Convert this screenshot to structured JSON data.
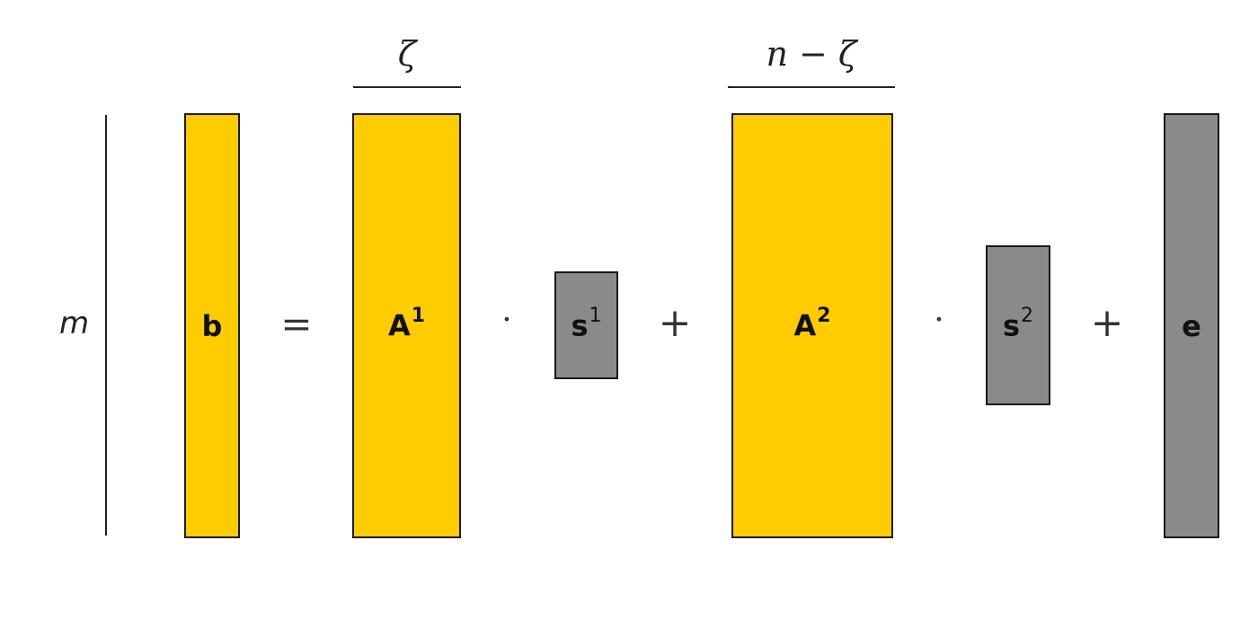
{
  "dimensions": {
    "rows": "m",
    "cols_A1": "ζ",
    "cols_A2": "n − ζ"
  },
  "blocks": {
    "b": {
      "label": "b",
      "sup": ""
    },
    "A1": {
      "label": "A",
      "sup": "1"
    },
    "s1": {
      "label": "s",
      "sup": "1"
    },
    "A2": {
      "label": "A",
      "sup": "2"
    },
    "s2": {
      "label": "s",
      "sup": "2"
    },
    "e": {
      "label": "e",
      "sup": ""
    }
  },
  "operators": {
    "equals": "=",
    "dot1": "·",
    "plus1": "+",
    "dot2": "·",
    "plus2": "+"
  },
  "colors": {
    "yellow": "#ffcc00",
    "gray": "#8a8a8a"
  }
}
